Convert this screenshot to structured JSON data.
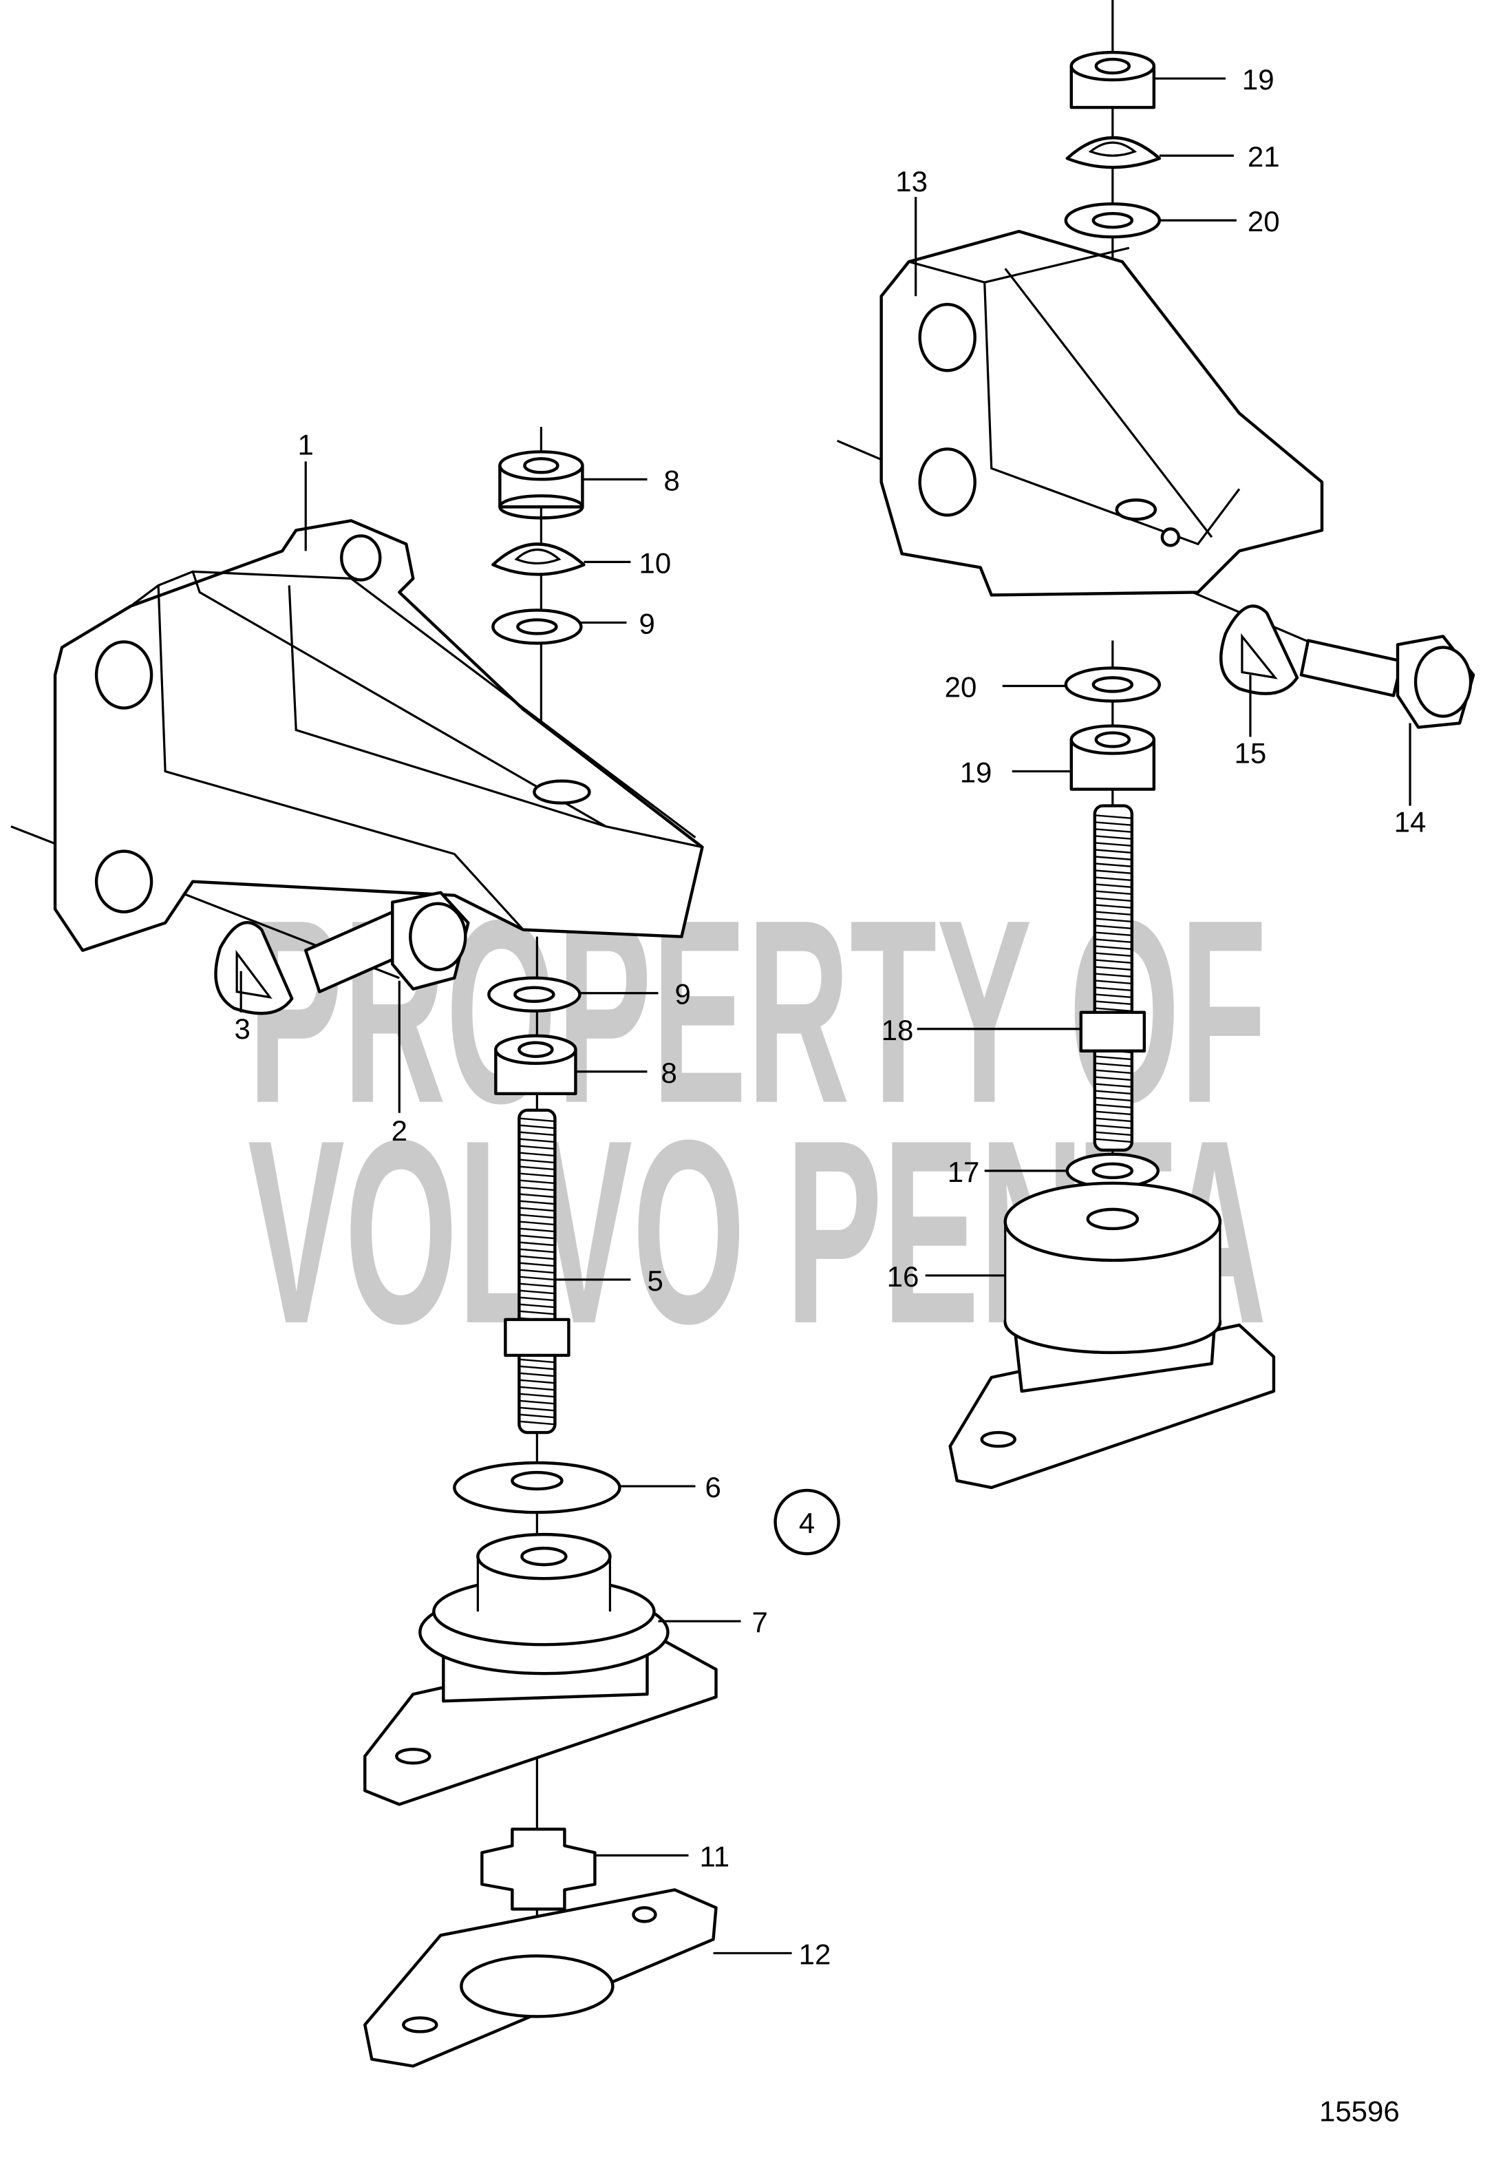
{
  "diagram": {
    "figure_number": "15596",
    "watermark": {
      "line1": "PROPERTY OF",
      "line2": "VOLVO PENTA"
    },
    "callouts": [
      {
        "label": "1"
      },
      {
        "label": "2"
      },
      {
        "label": "3"
      },
      {
        "label": "4"
      },
      {
        "label": "5"
      },
      {
        "label": "6"
      },
      {
        "label": "7"
      },
      {
        "label": "8"
      },
      {
        "label": "8"
      },
      {
        "label": "9"
      },
      {
        "label": "9"
      },
      {
        "label": "10"
      },
      {
        "label": "11"
      },
      {
        "label": "12"
      },
      {
        "label": "13"
      },
      {
        "label": "14"
      },
      {
        "label": "15"
      },
      {
        "label": "16"
      },
      {
        "label": "17"
      },
      {
        "label": "18"
      },
      {
        "label": "19"
      },
      {
        "label": "19"
      },
      {
        "label": "20"
      },
      {
        "label": "20"
      },
      {
        "label": "21"
      }
    ]
  }
}
